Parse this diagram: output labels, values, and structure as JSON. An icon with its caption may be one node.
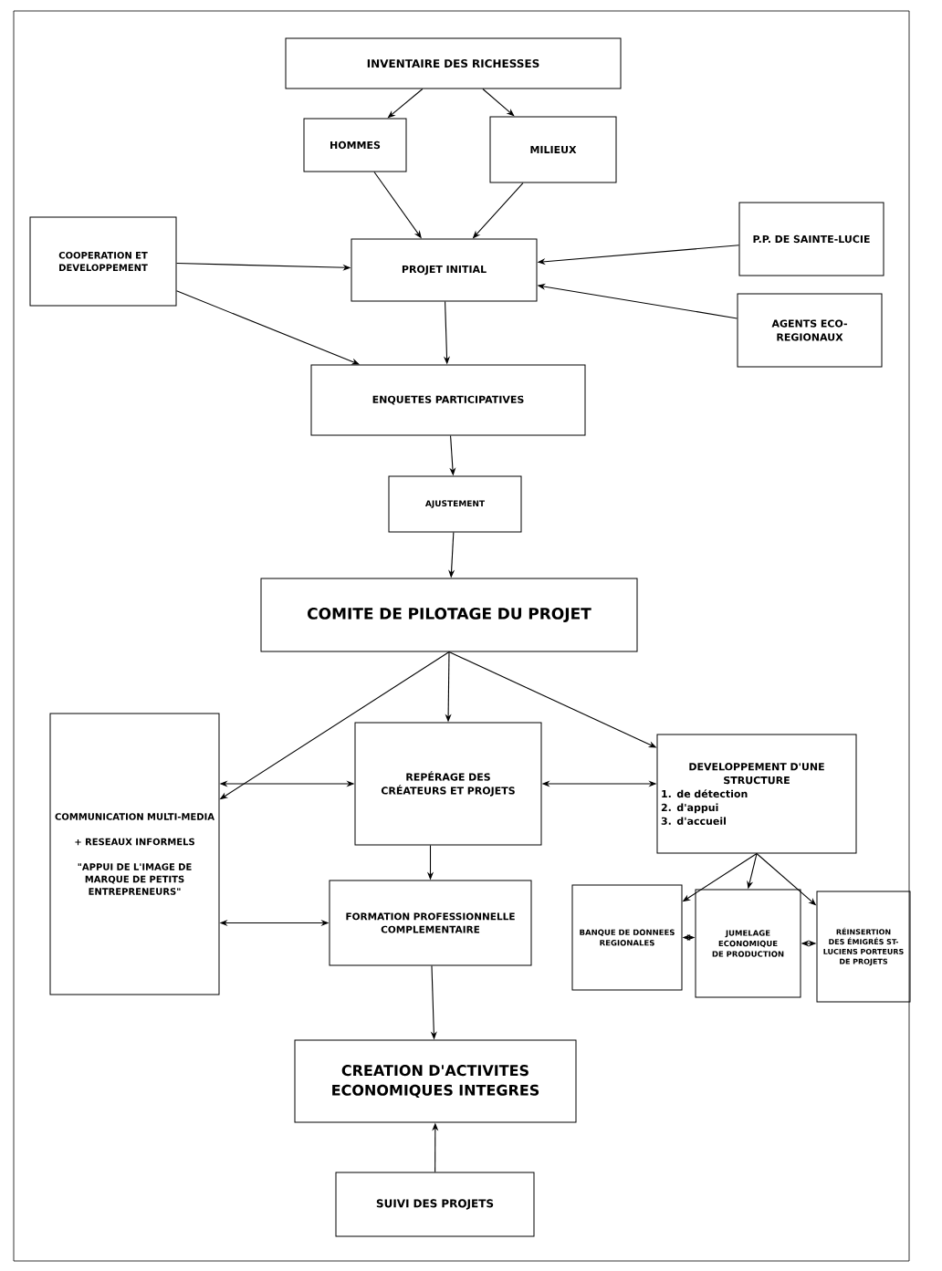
{
  "diagram": {
    "nodes": [
      {
        "text": [
          "INVENTAIRE DES RICHESSES"
        ]
      },
      {
        "text": [
          "HOMMES"
        ]
      },
      {
        "text": [
          "MILIEUX"
        ]
      },
      {
        "text": [
          "COOPERATION ET DEVELOPPEMENT"
        ]
      },
      {
        "text": [
          "PROJET INITIAL"
        ]
      },
      {
        "text": [
          "P.P. DE SAINTE-LUCIE"
        ]
      },
      {
        "text": [
          "AGENTS ECO-REGIONAUX"
        ]
      },
      {
        "text": [
          "ENQUETES PARTICIPATIVES"
        ]
      },
      {
        "text": [
          "AJUSTEMENT"
        ]
      },
      {
        "text": [
          "COMITE DE PILOTAGE DU PROJET"
        ]
      },
      {
        "text": [
          "COMMUNICATION MULTI-MEDIA",
          "+ RESEAUX INFORMELS",
          "\"APPUI DE L'IMAGE DE MARQUE DE PETITS ENTREPRENEURS\""
        ]
      },
      {
        "text": [
          "REPÉRAGE DES CRÉATEURS ET PROJETS"
        ]
      },
      {
        "text": [
          "DEVELOPPEMENT D'UNE STRUCTURE",
          "1. de détection",
          "2. d'appui",
          "3. d'accueil"
        ]
      },
      {
        "text": [
          "FORMATION PROFESSIONNELLE COMPLEMENTAIRE"
        ]
      },
      {
        "text": [
          "BANQUE DE DONNEES REGIONALES"
        ]
      },
      {
        "text": [
          "JUMELAGE ECONOMIQUE DE PRODUCTION"
        ]
      },
      {
        "text": [
          "RÉINSERTION DES ÉMIGRÉS ST-LUCIENS PORTEURS DE PROJETS"
        ]
      },
      {
        "text": [
          "CREATION D'ACTIVITES ECONOMIQUES INTEGRES"
        ]
      },
      {
        "text": [
          "SUIVI DES PROJETS"
        ]
      }
    ],
    "edges": [
      {
        "from": 0,
        "to": 1,
        "arrow": "to"
      },
      {
        "from": 0,
        "to": 2,
        "arrow": "to"
      },
      {
        "from": 1,
        "to": 4,
        "arrow": "to"
      },
      {
        "from": 2,
        "to": 4,
        "arrow": "to"
      },
      {
        "from": 3,
        "to": 4,
        "arrow": "to"
      },
      {
        "from": 3,
        "to": 7,
        "arrow": "to"
      },
      {
        "from": 5,
        "to": 4,
        "arrow": "to"
      },
      {
        "from": 6,
        "to": 4,
        "arrow": "to"
      },
      {
        "from": 4,
        "to": 7,
        "arrow": "to"
      },
      {
        "from": 7,
        "to": 8,
        "arrow": "to"
      },
      {
        "from": 8,
        "to": 9,
        "arrow": "to"
      },
      {
        "from": 9,
        "to": 10,
        "arrow": "to"
      },
      {
        "from": 9,
        "to": 11,
        "arrow": "to"
      },
      {
        "from": 9,
        "to": 12,
        "arrow": "to"
      },
      {
        "from": 10,
        "to": 11,
        "arrow": "both"
      },
      {
        "from": 11,
        "to": 12,
        "arrow": "both"
      },
      {
        "from": 11,
        "to": 13,
        "arrow": "to"
      },
      {
        "from": 10,
        "to": 13,
        "arrow": "both"
      },
      {
        "from": 12,
        "to": 14,
        "arrow": "to"
      },
      {
        "from": 12,
        "to": 15,
        "arrow": "to"
      },
      {
        "from": 12,
        "to": 16,
        "arrow": "to"
      },
      {
        "from": 14,
        "to": 15,
        "arrow": "both"
      },
      {
        "from": 15,
        "to": 16,
        "arrow": "both"
      },
      {
        "from": 13,
        "to": 17,
        "arrow": "to"
      },
      {
        "from": 18,
        "to": 17,
        "arrow": "to"
      }
    ]
  }
}
